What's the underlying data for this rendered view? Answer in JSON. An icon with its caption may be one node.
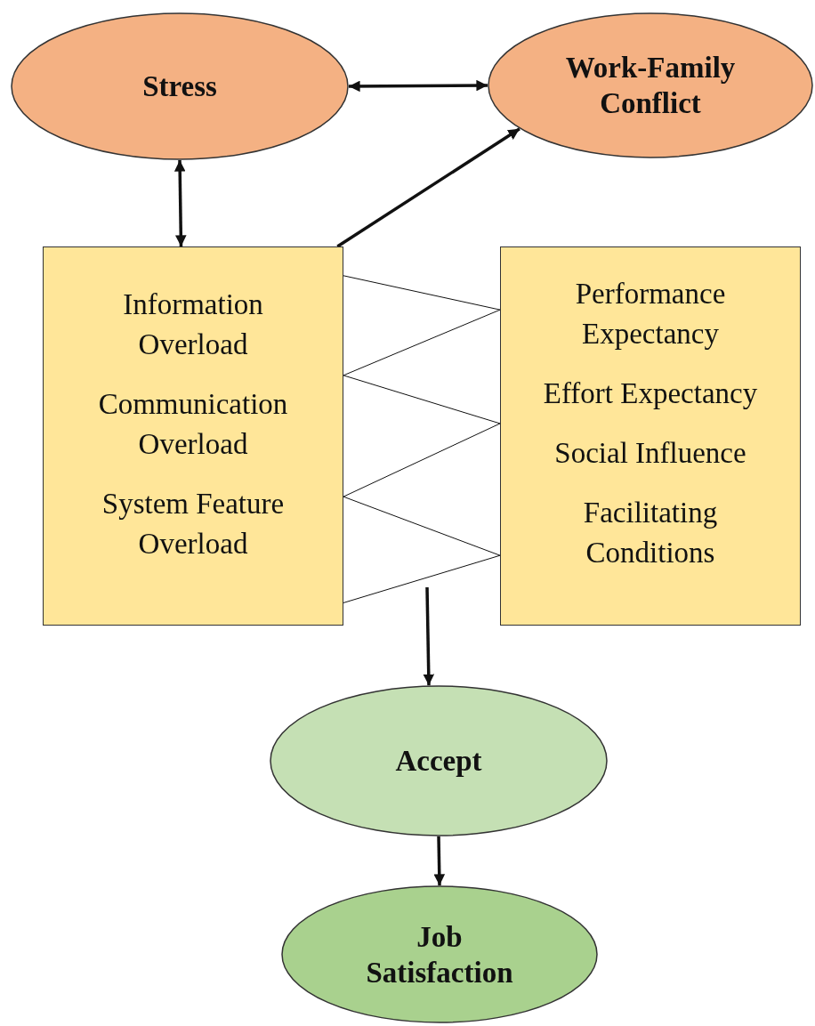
{
  "diagram": {
    "nodes": [
      {
        "text": [
          "Stress"
        ]
      },
      {
        "text": [
          "Work-Family Conflict"
        ]
      },
      {
        "text": [
          "Information Overload",
          "Communication Overload",
          "System Feature Overload"
        ]
      },
      {
        "text": [
          "Performance Expectancy",
          "Effort Expectancy",
          "Social Influence",
          "Facilitating Conditions"
        ]
      },
      {
        "text": [
          "Accept"
        ]
      },
      {
        "text": [
          "Job Satisfaction"
        ]
      }
    ],
    "edges": [
      {
        "from": 0,
        "to": 1,
        "arrow": "both",
        "style": "thick"
      },
      {
        "from": 0,
        "to": 2,
        "arrow": "both",
        "style": "thick"
      },
      {
        "from": 2,
        "to": 1,
        "arrow": "to",
        "style": "thick"
      },
      {
        "from": 2,
        "to": 3,
        "arrow": "none"
      },
      {
        "from": 3,
        "to": 2,
        "arrow": "none"
      },
      {
        "from": 2,
        "to": 3,
        "arrow": "none"
      },
      {
        "from": 3,
        "to": 2,
        "arrow": "none"
      },
      {
        "from": 2,
        "to": 3,
        "arrow": "none"
      },
      {
        "from": 3,
        "to": 2,
        "arrow": "none"
      },
      {
        "from": null,
        "to": 4,
        "arrow": "to",
        "style": "thick"
      },
      {
        "from": 4,
        "to": 5,
        "arrow": "to",
        "style": "thick"
      }
    ]
  }
}
